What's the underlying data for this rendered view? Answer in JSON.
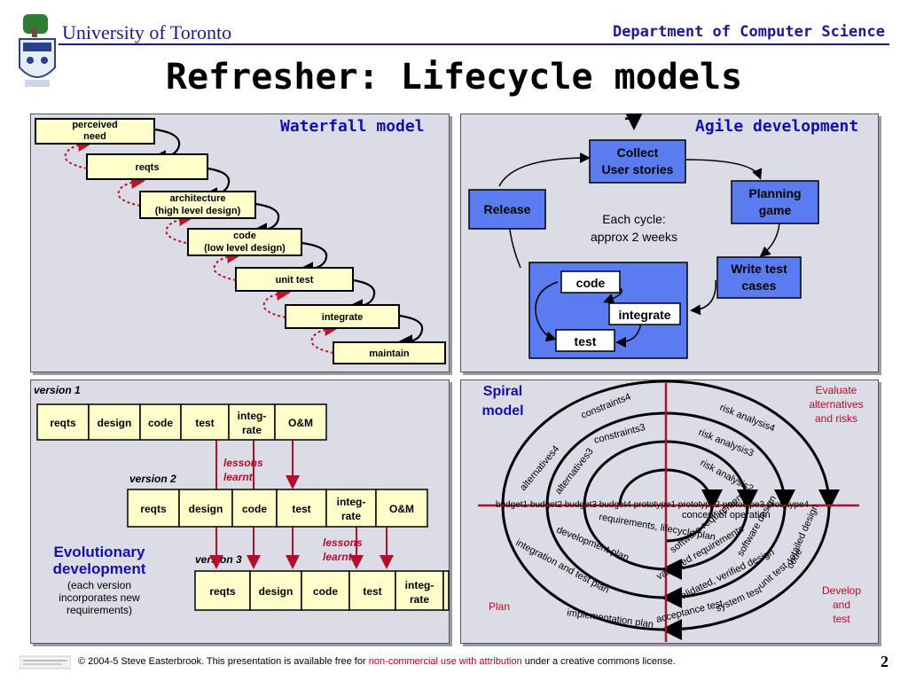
{
  "header": {
    "university": "University of Toronto",
    "department": "Department of Computer Science"
  },
  "slide_title": "Refresher: Lifecycle models",
  "waterfall": {
    "title": "Waterfall model",
    "stages": [
      "perceived need",
      "reqts",
      "architecture (high level design)",
      "code (low level design)",
      "unit test",
      "integrate",
      "maintain"
    ]
  },
  "agile": {
    "title": "Agile development",
    "nodes": {
      "collect": "Collect User stories",
      "planning": "Planning game",
      "release": "Release",
      "write_tests": "Write test cases",
      "code": "code",
      "integrate": "integrate",
      "test": "test"
    },
    "note_line1": "Each cycle:",
    "note_line2": "approx 2 weeks"
  },
  "evolutionary": {
    "title_line1": "Evolutionary",
    "title_line2": "development",
    "subtitle_line1": "(each version",
    "subtitle_line2": "incorporates new",
    "subtitle_line3": "requirements)",
    "versions": [
      "version 1",
      "version 2",
      "version 3"
    ],
    "phases": [
      "reqts",
      "design",
      "code",
      "test",
      "integ- rate",
      "O&M"
    ],
    "lessons_line1": "lessons",
    "lessons_line2": "learnt"
  },
  "spiral": {
    "title_line1": "Spiral",
    "title_line2": "model",
    "quadrant_evaluate": [
      "Evaluate",
      "alternatives",
      "and risks"
    ],
    "quadrant_plan": "Plan",
    "quadrant_develop": [
      "Develop",
      "and",
      "test"
    ],
    "labels": {
      "constraints4": "constraints4",
      "constraints3": "constraints3",
      "alternatives4": "alternatives4",
      "alternatives3": "alternatives3",
      "risk_analysis4": "risk analysis4",
      "risk_analysis3": "risk analysis3",
      "risk_analysis2": "risk analysis2",
      "budget_prototype": "budget1 budget2 budget3 budget4 prototype1 prototype2 prototype3 prototype4",
      "requirements_lifecycle": "requirements, lifecycle plan",
      "concept_of_operation": "concept of operation",
      "development_plan": "development plan",
      "integration_test_plan": "integration and test plan",
      "implementation_plan": "implementation plan",
      "software_requirements": "software requirements",
      "validated_requirements": "validated requirements",
      "software_design": "software design",
      "validated_verified_design": "validated, verified design",
      "detailed_design": "detailed design",
      "code": "code",
      "unit_test": "unit test",
      "system_test": "system test",
      "acceptance_test": "acceptance test"
    }
  },
  "footer": {
    "prefix": "© 2004-5 Steve Easterbrook. This presentation is available free for ",
    "link": "non-commercial use with attribution",
    "suffix": " under a creative commons license.",
    "page_number": "2"
  },
  "colors": {
    "heading_blue": "#1010b0",
    "stage_fill": "#ffffcc",
    "agile_fill": "#5a7cf0",
    "dashed_red": "#c0102a",
    "spiral_red": "#c0102a",
    "panel_bg": "#dcdce6"
  }
}
